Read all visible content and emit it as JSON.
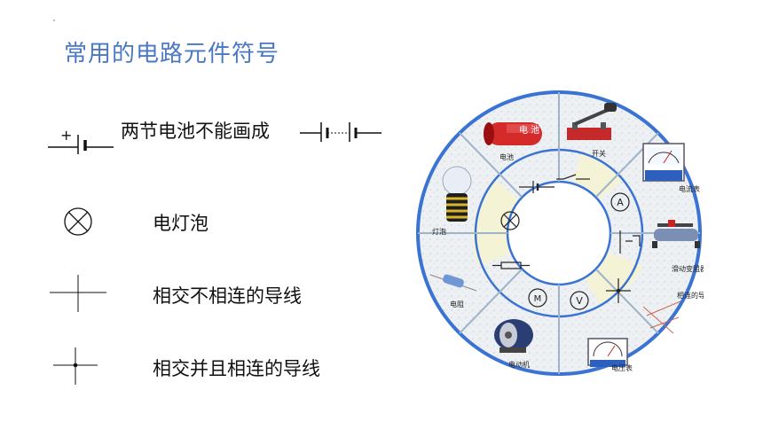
{
  "slide": {
    "title": "常用的电路元件符号"
  },
  "symbols": [
    {
      "label": "两节电池不能画成",
      "plus": "+"
    },
    {
      "label": "电灯泡"
    },
    {
      "label": "相交不相连的导线"
    },
    {
      "label": "相交并且相连的导线"
    }
  ],
  "wheel": {
    "segments": [
      {
        "label": "电池",
        "battery_text": "电 池"
      },
      {
        "label": "开关"
      },
      {
        "label": "电流表",
        "symbol": "A"
      },
      {
        "label": "滑动变阻器"
      },
      {
        "label": "相连的导线"
      },
      {
        "label": "电压表",
        "symbol": "V"
      },
      {
        "label": "电动机",
        "symbol": "M"
      },
      {
        "label": "电阻"
      },
      {
        "label": "灯泡"
      }
    ]
  }
}
